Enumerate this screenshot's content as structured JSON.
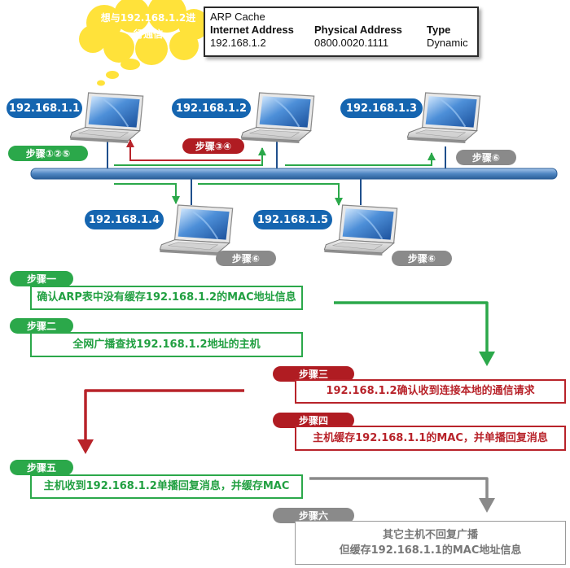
{
  "thought_bubble": {
    "text": "想与192.168.1.2进行通信",
    "color": "#ffe23a"
  },
  "arp_cache": {
    "title": "ARP Cache",
    "headers": [
      "Internet Address",
      "Physical Address",
      "Type"
    ],
    "rows": [
      [
        "192.168.1.2",
        "0800.0020.1111",
        "Dynamic"
      ]
    ]
  },
  "hosts": [
    {
      "id": "h1",
      "ip": "192.168.1.1"
    },
    {
      "id": "h2",
      "ip": "192.168.1.2"
    },
    {
      "id": "h3",
      "ip": "192.168.1.3"
    },
    {
      "id": "h4",
      "ip": "192.168.1.4"
    },
    {
      "id": "h5",
      "ip": "192.168.1.5"
    }
  ],
  "topology_tags": {
    "h1": "步骤①②⑤",
    "h2": "步骤③④",
    "h3": "步骤⑥",
    "h4": "步骤⑥",
    "h5": "步骤⑥"
  },
  "steps": [
    {
      "label": "步骤一",
      "text": "确认ARP表中没有缓存192.168.1.2的MAC地址信息",
      "color": "green"
    },
    {
      "label": "步骤二",
      "text": "全网广播查找192.168.1.2地址的主机",
      "color": "green"
    },
    {
      "label": "步骤三",
      "text": "192.168.1.2确认收到连接本地的通信请求",
      "color": "red"
    },
    {
      "label": "步骤四",
      "text": "主机缓存192.168.1.1的MAC，并单播回复消息",
      "color": "red"
    },
    {
      "label": "步骤五",
      "text": "主机收到192.168.1.2单播回复消息，并缓存MAC",
      "color": "green"
    },
    {
      "label": "步骤六",
      "text_lines": [
        "其它主机不回复广播",
        "但缓存192.168.1.1的MAC地址信息"
      ],
      "color": "gray"
    }
  ],
  "colors": {
    "green": "#2ba84a",
    "red": "#b01c22",
    "gray": "#8a8a8a",
    "blue": "#1565b0",
    "bus": "#5a8ec4"
  }
}
